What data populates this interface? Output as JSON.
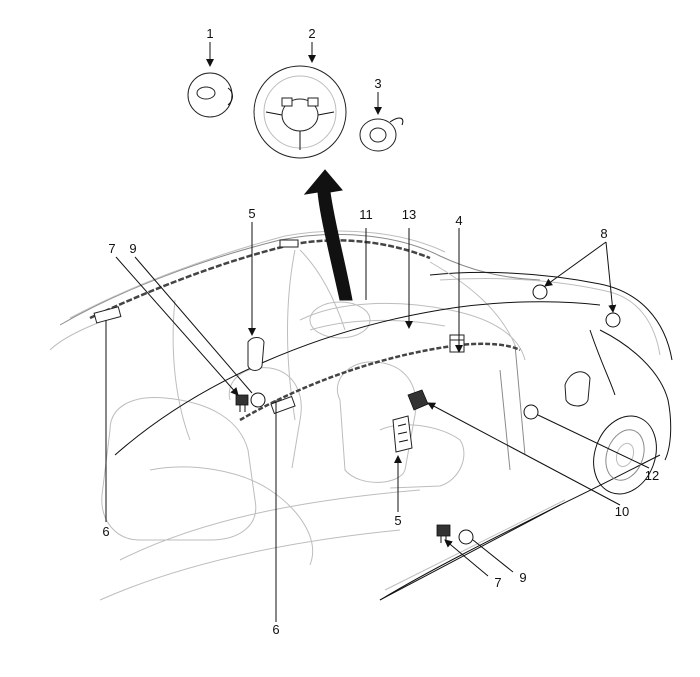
{
  "labels": {
    "l1": "1",
    "l2": "2",
    "l3": "3",
    "l4": "4",
    "l5a": "5",
    "l5b": "5",
    "l6a": "6",
    "l6b": "6",
    "l7a": "7",
    "l7b": "7",
    "l8": "8",
    "l9a": "9",
    "l9b": "9",
    "l10": "10",
    "l11": "11",
    "l12": "12",
    "l13": "13"
  }
}
